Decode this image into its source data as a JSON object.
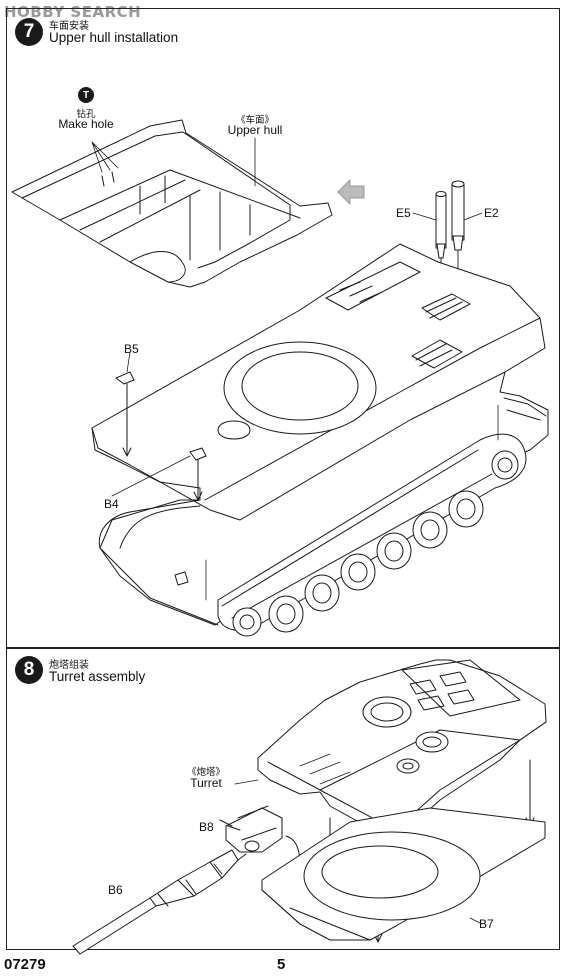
{
  "watermark": "HOBBY SEARCH",
  "step7": {
    "number": "7",
    "title_cn": "车面安装",
    "title_en": "Upper hull installation",
    "drill_symbol": "T",
    "drill_cn": "钻孔",
    "drill_en": "Make hole",
    "upper_hull_cn": "《车面》",
    "upper_hull_en": "Upper hull",
    "parts": {
      "e5": "E5",
      "e2": "E2",
      "b5": "B5",
      "b4": "B4"
    }
  },
  "step8": {
    "number": "8",
    "title_cn": "炮塔组装",
    "title_en": "Turret assembly",
    "turret_cn": "《炮塔》",
    "turret_en": "Turret",
    "parts": {
      "b8": "B8",
      "b6": "B6",
      "b7": "B7"
    }
  },
  "footer": {
    "code": "07279",
    "page": "5"
  }
}
